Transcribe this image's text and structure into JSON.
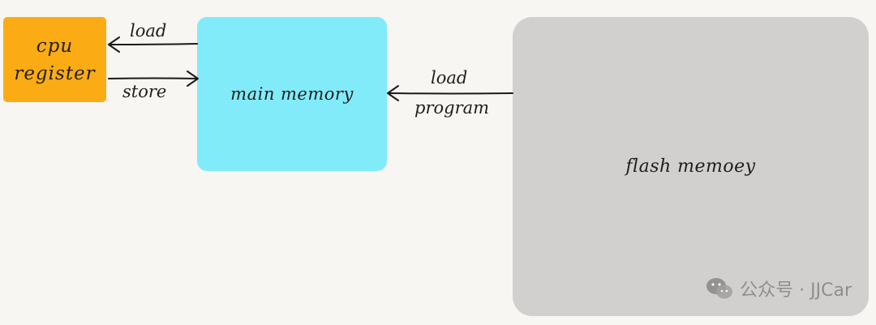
{
  "boxes": {
    "cpu_register": {
      "line1": "cpu",
      "line2": "register",
      "color": "#fbab14"
    },
    "main_memory": {
      "label": "main memory",
      "color": "#82ebf9"
    },
    "flash_memory": {
      "label": "flash memoey",
      "color": "#d1d0cf"
    }
  },
  "arrows": {
    "load_to_cpu": "load",
    "store_to_main": "store",
    "load_program": {
      "line1": "load",
      "line2": "program"
    }
  },
  "watermark": {
    "text": "公众号 · JJCar"
  }
}
